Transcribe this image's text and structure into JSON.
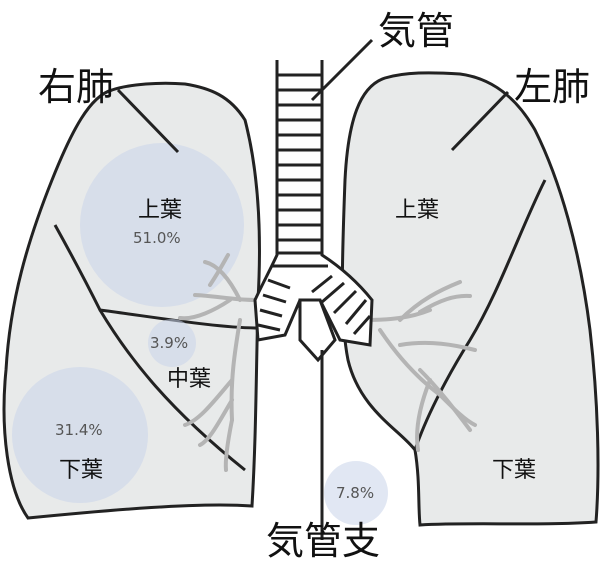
{
  "labels": {
    "trachea": "気管",
    "right_lung": "右肺",
    "left_lung": "左肺",
    "bronchi": "気管支"
  },
  "right_lung": {
    "upper": {
      "name": "上葉",
      "percent": "51.0%"
    },
    "middle": {
      "name": "中葉",
      "percent": "3.9%"
    },
    "lower": {
      "name": "下葉",
      "percent": "31.4%"
    }
  },
  "left_lung": {
    "upper": {
      "name": "上葉"
    },
    "lower": {
      "name": "下葉"
    }
  },
  "bronchi_percent": "7.8%",
  "colors": {
    "lung_fill": "#e8eaea",
    "outline": "#222222",
    "highlight": "#c8d3ea",
    "vessels": "#b4b4b4"
  }
}
